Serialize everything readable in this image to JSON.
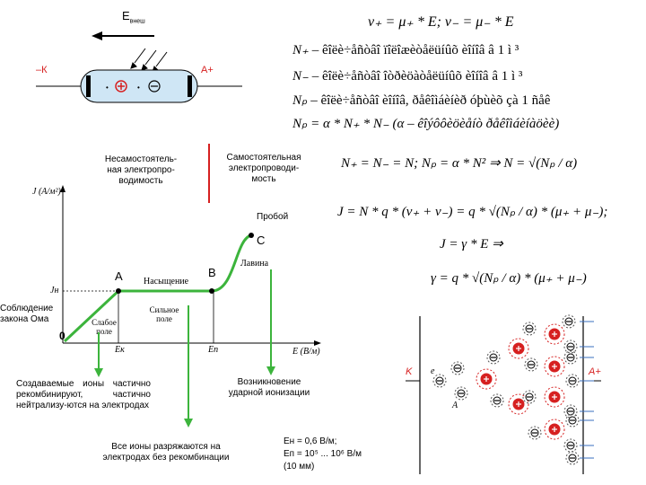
{
  "tube": {
    "field_label": "E",
    "field_sub": "внеш",
    "cathode_label": "–К",
    "anode_label": "А+",
    "plus_ion": "⊕",
    "minus_ion": "⊖"
  },
  "formulas": {
    "f1": "v₊ = μ₊ * E;  v₋ = μ₋ * E",
    "f2_lhs": "N₊",
    "f2_text": " – êîëè÷åñòâî    ïîëîæèòåëüíûõ    èîíîâ    â 1 ì ³",
    "f3_lhs": "N₋",
    "f3_text": " – êîëè÷åñòâî   îòðèöàòåëüíûõ    èîíîâ    â 1 ì ³",
    "f4_lhs": "Nₚ",
    "f4_text": " – êîëè÷åñòâî  èîíîâ,  ðåêîìáèíèð  óþùèõ  çà 1 ñåê",
    "f5": "Nₚ = α * N₊ * N₋    (α – êîýôôèöèåíò  ðåêîìáèíàöèè)",
    "f6": "N₊ = N₋ = N;   Nₚ = α * N² ⇒ N = √(Nₚ / α)",
    "f7": "J = N * q * (v₊ + v₋) = q * √(Nₚ / α) * (μ₊ + μ₋);",
    "f8": "J = γ * E      ⇒",
    "f9": "γ = q * √(Nₚ / α) * (μ₊ + μ₋)"
  },
  "graph": {
    "ylabel": "J (А/м²)",
    "xlabel": "E (В/м)",
    "jn": "Jн",
    "origin": "0",
    "ek": "Eк",
    "en": "Eп",
    "point_a": "A",
    "point_b": "B",
    "point_c": "C",
    "saturation": "Насыщение",
    "avalanche": "Лавина",
    "weak_field": "Слабое поле",
    "strong_field": "Сильное поле"
  },
  "labels": {
    "nonself": "Несамостоятель-ная электропро-водимость",
    "self": "Самостоятельная электропроводи-мость",
    "breakdown": "Пробой",
    "ohm": "Соблюдение закона Ома",
    "recombine": "Создаваемые ионы частично рекомбинируют, частично нейтрализу-ются на электродах",
    "impact": "Возникновение ударной ионизации",
    "discharge": "Все ионы разряжаются на электродах без рекомбинации",
    "values_1": "Eн = 0,6 В/м;",
    "values_2": "Eп = 10⁵ ... 10⁶ В/м",
    "values_3": "(10 мм)"
  },
  "avalanche_diagram": {
    "cathode": "K",
    "anode": "A+",
    "e_label": "e",
    "a_label": "A",
    "plus": "⊕",
    "minus": "⊖"
  }
}
